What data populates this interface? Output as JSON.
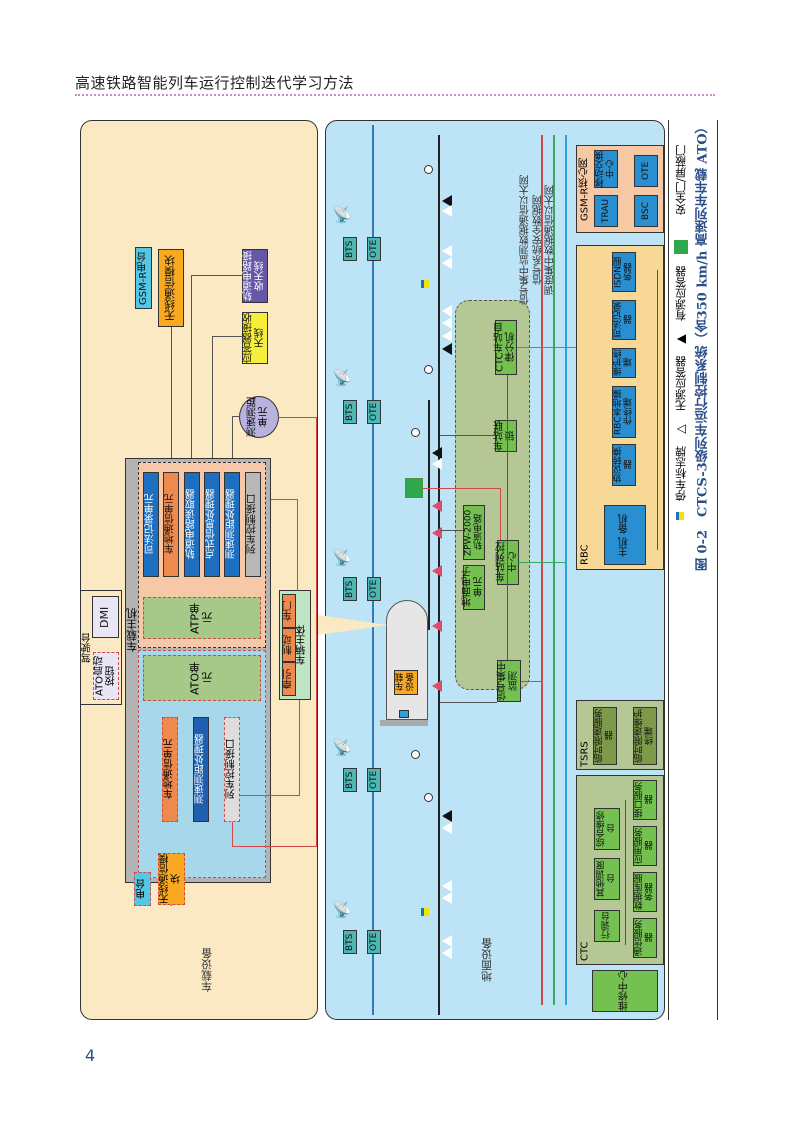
{
  "header": {
    "title": "高速铁路智能列车运行控制迭代学习方法"
  },
  "page_number": "4",
  "figure": {
    "caption": "图 0-2　CTCS-3级列车运行控制系统（含350 km/h 高速列车车载 ATO）",
    "legend": [
      {
        "icon": "stop-sign-icon",
        "label": "停车标志牌"
      },
      {
        "icon": "passive-balise-icon",
        "label": "无源应答器"
      },
      {
        "icon": "active-balise-icon",
        "label": "有源应答器"
      },
      {
        "icon": "platform-door-icon",
        "label": "安全门/屏蔽门"
      }
    ]
  },
  "onboard": {
    "section_label": "车载设备",
    "gsm_r_radio": "GSM-R电台",
    "wireless_module_top": "无线通信模块",
    "track_circuit_antenna": "轨道电路接收天线",
    "balise_antenna": "应答器接收天线",
    "speed_unit": "测速测距单元",
    "host_label": "车载主机",
    "atp_modules": [
      "司法记录单元",
      "车地通信单元",
      "轨道电路读取器",
      "点式信息处理器",
      "测速测距处理器",
      "列车控制接口"
    ],
    "atp_unit": "ATP单元",
    "ato_unit": "ATO单元",
    "ato_modules": [
      "车地通信单元",
      "测速测距处理器",
      "列车控制接口"
    ],
    "cab_label": "驾驶台",
    "dmi": "DMI",
    "ato_button": "ATO启动按钮",
    "vehicle_label": "车辆主体",
    "vehicle_parts": [
      "牵引",
      "制动",
      "车门"
    ],
    "radio_bottom": "电台",
    "wireless_module_bottom": "无线通信模块"
  },
  "ground": {
    "section_label": "地面设备",
    "bts": "BTS",
    "ote": "OTE",
    "onboard_device": "车载设备",
    "networks": [
      "信号集中监测数据通信以太网",
      "信号系统安全数据网",
      "调度集中数据通信以太网"
    ],
    "station": {
      "ctc_station": "CTC车站自律分机",
      "interlocking": "车站联锁",
      "zpw": "ZPW-2000轨道电路",
      "tcc": "车站列控中心",
      "leu": "地面电子单元",
      "monitor": "信号集中监测"
    },
    "gsm_core": {
      "label": "GSM-R核心网",
      "msc": "移动交换中心",
      "ote": "OTE",
      "trau": "TRAU",
      "bsc": "BSC"
    },
    "rbc": {
      "label": "RBC",
      "items": [
        "ISDN服务器",
        "司法记录器",
        "维护终端",
        "RBC本地操作终端",
        "协议转换器",
        "主机 备机"
      ]
    },
    "tsrs": {
      "label": "TSRS",
      "items": [
        "临时限速服务器",
        "临时限速维护终端"
      ]
    },
    "ctc": {
      "label": "CTC",
      "items": [
        "综合维修台",
        "其他调度台",
        "行调台",
        "接口服务器",
        "应用服务器",
        "数据库服务器",
        "通信服务器"
      ]
    },
    "maintenance": "维修中心"
  },
  "colors": {
    "onboard_bg": "#fbe9c3",
    "ground_bg": "#bde3f6",
    "caption": "#2a4f8a"
  }
}
